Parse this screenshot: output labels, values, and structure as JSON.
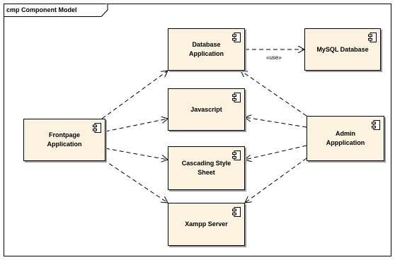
{
  "diagram": {
    "frame_title": "cmp Component Model",
    "components": {
      "database_app": "Database\nApplication",
      "mysql_db": "MySQL Database",
      "javascript": "Javascript",
      "frontpage_app": "Frontpage\nApplication",
      "admin_app": "Admin Appplication",
      "css": "Cascading Style\nSheet",
      "xampp": "Xampp Server"
    },
    "stereotype_use": "«use»",
    "component_icon": "component-icon",
    "dependencies": [
      {
        "from": "Frontpage Application",
        "to": "Database Application"
      },
      {
        "from": "Frontpage Application",
        "to": "Javascript"
      },
      {
        "from": "Frontpage Application",
        "to": "Cascading Style Sheet"
      },
      {
        "from": "Frontpage Application",
        "to": "Xampp Server"
      },
      {
        "from": "Admin Appplication",
        "to": "Database Application"
      },
      {
        "from": "Admin Appplication",
        "to": "Javascript"
      },
      {
        "from": "Admin Appplication",
        "to": "Cascading Style Sheet"
      },
      {
        "from": "Admin Appplication",
        "to": "Xampp Server"
      },
      {
        "from": "Database Application",
        "to": "MySQL Database",
        "stereotype": "«use»"
      }
    ]
  }
}
